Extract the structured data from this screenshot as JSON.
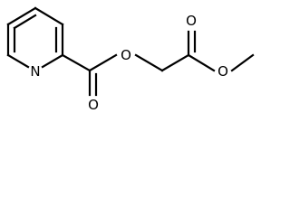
{
  "structure": {
    "atoms": {
      "ring_nitrogen": "N",
      "ester_oxygen_1": "O",
      "carbonyl_oxygen_1": "O",
      "carbonyl_oxygen_2": "O",
      "ester_oxygen_2": "O"
    }
  },
  "colors": {
    "bond": "#000000",
    "background": "#ffffff"
  }
}
